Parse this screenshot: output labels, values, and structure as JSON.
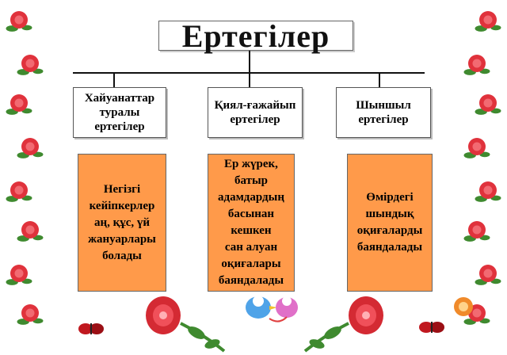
{
  "title": "Ертегілер",
  "categories": [
    {
      "label_lines": [
        "Хайуанаттар",
        "туралы",
        "ертегілер"
      ]
    },
    {
      "label_lines": [
        "Қиял-ғажайып",
        "ертегілер"
      ]
    },
    {
      "label_lines": [
        "Шыншыл",
        "ертегілер"
      ]
    }
  ],
  "descriptions": [
    {
      "lines": [
        "Негізгі",
        "кейіпкерлер",
        "аң, құс, үй",
        "жануарлары",
        "болады"
      ]
    },
    {
      "lines": [
        "Ер жүрек,",
        "батыр",
        "адамдардың",
        "басынан",
        "кешкен",
        "сан алуан",
        "оқиғалары",
        "баяндалады"
      ]
    },
    {
      "lines": [
        "Өмірдегі",
        "шындық",
        "оқиғаларды",
        "баяндалады"
      ]
    }
  ],
  "decorations": {
    "border_flower_icon": "rose-icon",
    "bottom_icons": [
      "butterfly-icon",
      "rose-icon",
      "birds-icon",
      "rose-icon",
      "butterfly-icon"
    ],
    "colors": {
      "rose": "#e0323c",
      "leaf": "#3f8a2f",
      "box_fill": "#ff9a4a"
    }
  }
}
